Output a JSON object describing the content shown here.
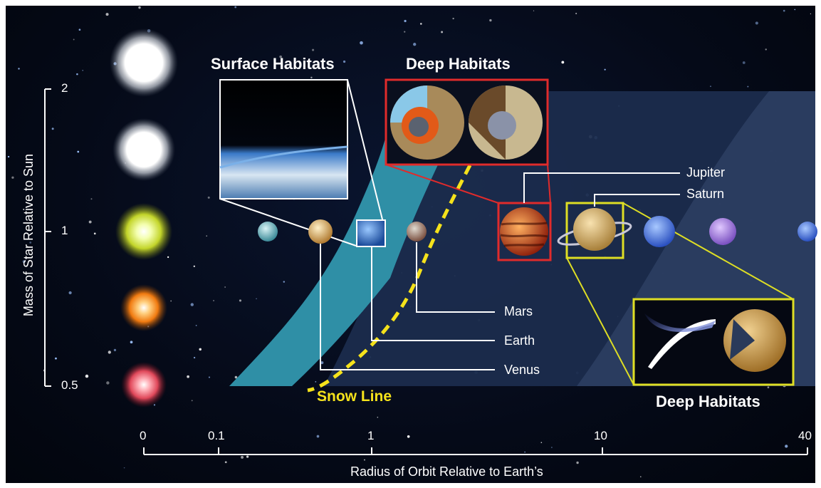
{
  "diagram": {
    "labels": {
      "surface_habitats": "Surface Habitats",
      "deep_habitats_top": "Deep Habitats",
      "deep_habitats_bottom": "Deep Habitats",
      "snow_line": "Snow Line",
      "jupiter": "Jupiter",
      "saturn": "Saturn",
      "mars": "Mars",
      "earth": "Earth",
      "venus": "Venus"
    },
    "y_axis": {
      "title": "Mass of Star Relative to Sun",
      "ticks": [
        "2",
        "1",
        "0.5"
      ]
    },
    "x_axis": {
      "title": "Radius of Orbit Relative to Earth’s",
      "ticks": [
        "0",
        "0.1",
        "1",
        "10",
        "40"
      ]
    },
    "colors": {
      "habitable_zone": "#2f8fa6",
      "outer_region": "#1b2c4d",
      "snow_line": "#f5e21b",
      "deep_habitats_frame_red": "#e02b2b",
      "deep_habitats_frame_yellow": "#dede24"
    },
    "icons": [
      "star-icon",
      "planet-icon",
      "moon-cutaway-icon",
      "plume-icon"
    ]
  }
}
